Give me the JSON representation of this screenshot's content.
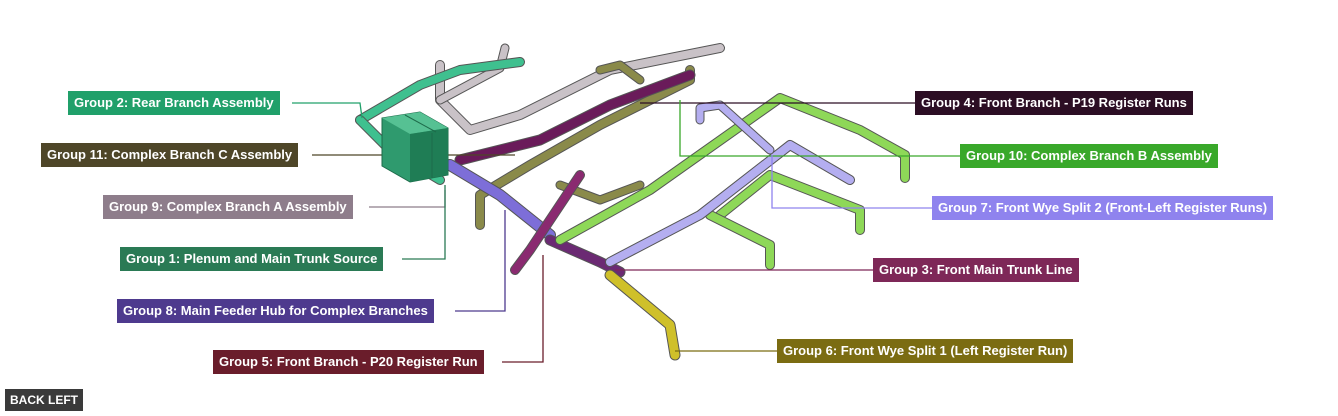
{
  "back_button": "BACK LEFT",
  "groups": [
    {
      "id": "g2",
      "label": "Group 2: Rear Branch Assembly",
      "color": "#20a06a"
    },
    {
      "id": "g11",
      "label": "Group 11: Complex Branch C Assembly",
      "color": "#4e4628"
    },
    {
      "id": "g9",
      "label": "Group 9: Complex Branch A Assembly",
      "color": "#8e7d8b"
    },
    {
      "id": "g1",
      "label": "Group 1: Plenum and Main Trunk Source",
      "color": "#2a7a55"
    },
    {
      "id": "g8",
      "label": "Group 8: Main Feeder Hub for Complex Branches",
      "color": "#4e3a8e"
    },
    {
      "id": "g5",
      "label": "Group 5: Front Branch - P20 Register Run",
      "color": "#6a1d2b"
    },
    {
      "id": "g4",
      "label": "Group 4: Front Branch - P19 Register Runs",
      "color": "#2c0e24"
    },
    {
      "id": "g10",
      "label": "Group 10: Complex Branch B Assembly",
      "color": "#39a82a"
    },
    {
      "id": "g7",
      "label": "Group 7: Front Wye Split 2 (Front-Left Register Runs)",
      "color": "#8f83ee"
    },
    {
      "id": "g3",
      "label": "Group 3: Front Main Trunk Line",
      "color": "#7e2858"
    },
    {
      "id": "g6",
      "label": "Group 6: Front Wye Split 1 (Left Register Run)",
      "color": "#7b6c12"
    }
  ]
}
